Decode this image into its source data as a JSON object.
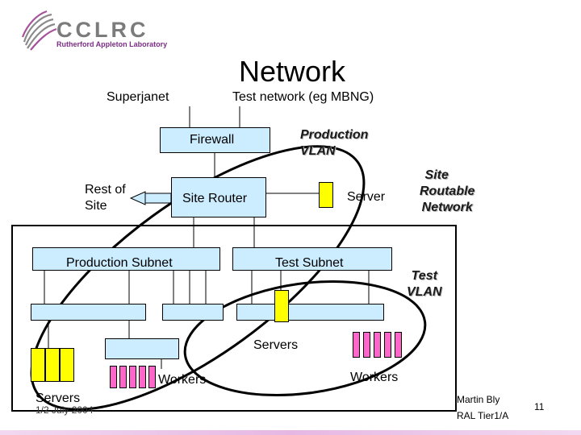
{
  "logo": {
    "name": "CCLRC",
    "subtitle": "Rutherford Appleton Laboratory"
  },
  "title": "Network",
  "labels": {
    "superjanet": "Superjanet",
    "test_network": "Test network (eg MBNG)",
    "firewall": "Firewall",
    "production_vlan_line1": "Production",
    "production_vlan_line2": "VLAN",
    "rest_of_site_line1": "Rest of",
    "rest_of_site_line2": "Site",
    "site_router": "Site Router",
    "server": "Server",
    "site_routable_line1": "Site",
    "site_routable_line2": "Routable",
    "site_routable_line3": "Network",
    "production_subnet": "Production Subnet",
    "test_subnet": "Test Subnet",
    "test_vlan_line1": "Test",
    "test_vlan_line2": "VLAN",
    "servers_mid": "Servers",
    "workers_left": "Workers",
    "workers_right": "Workers",
    "servers_bottom": "Servers"
  },
  "footer": {
    "date": "1/2 July 2004",
    "author_line1": "Martin Bly",
    "author_line2": "RAL Tier1/A",
    "page": "11"
  },
  "colors": {
    "box_fill": "#ccecff",
    "server_fill": "#ffff00",
    "worker_fill": "#ff66cc",
    "logo_purple": "#7b2d86"
  }
}
